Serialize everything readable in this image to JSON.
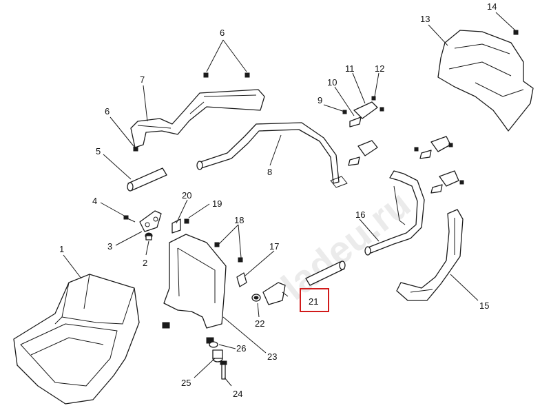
{
  "diagram": {
    "watermark": "ladeu.ru",
    "highlighted_part": "21",
    "callouts": {
      "p1": "1",
      "p2": "2",
      "p3": "3",
      "p4": "4",
      "p5": "5",
      "p6a": "6",
      "p6b": "6",
      "p7": "7",
      "p8": "8",
      "p9": "9",
      "p10": "10",
      "p11": "11",
      "p12": "12",
      "p13": "13",
      "p14": "14",
      "p15": "15",
      "p16": "16",
      "p17": "17",
      "p18": "18",
      "p19": "19",
      "p20": "20",
      "p21": "21",
      "p22": "22",
      "p23": "23",
      "p24": "24",
      "p25": "25",
      "p26": "26"
    },
    "colors": {
      "line": "#1a1a1a",
      "highlight": "#d11a1a",
      "watermark": "#dcdcdc"
    }
  }
}
